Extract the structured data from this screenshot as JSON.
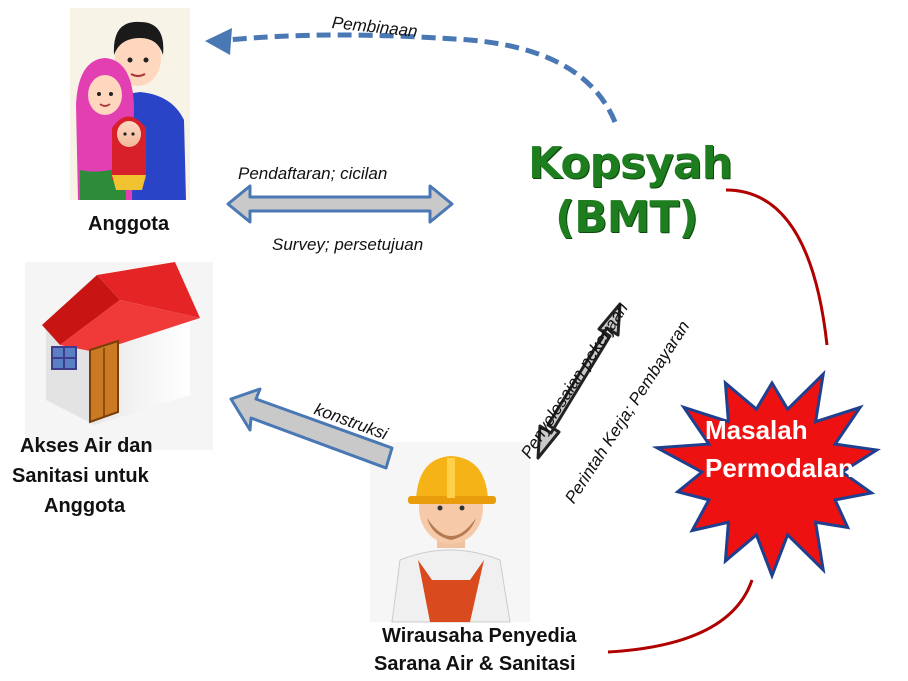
{
  "labels": {
    "pembinaan": "Pembinaan",
    "pendaftaran": "Pendaftaran; cicilan",
    "survey": "Survey; persetujuan",
    "konstruksi": "konstruksi",
    "penyelesaian": "Penyelesaian pekerjaan",
    "perintah": "Perintah Kerja; Pembayaran"
  },
  "nodes": {
    "kopsyah_line1": "Kopsyah",
    "kopsyah_line2": "(BMT)",
    "anggota": "Anggota",
    "akses_line1": "Akses Air dan",
    "akses_line2": "Sanitasi untuk",
    "akses_line3": "Anggota",
    "wirausaha_line1": "Wirausaha Penyedia",
    "wirausaha_line2": "Sarana Air & Sanitasi",
    "masalah_line1": "Masalah",
    "masalah_line2": "Permodalan"
  },
  "colors": {
    "kopsyah_green": "#1e7d1e",
    "arrow_blue": "#4a78b5",
    "arrow_fill": "#c9c9c9",
    "star_red": "#ee1111",
    "star_outline": "#1f3f8f",
    "connector_red": "#b00000"
  },
  "icons": [
    "family-illustration-icon",
    "house-icon",
    "worker-icon"
  ]
}
